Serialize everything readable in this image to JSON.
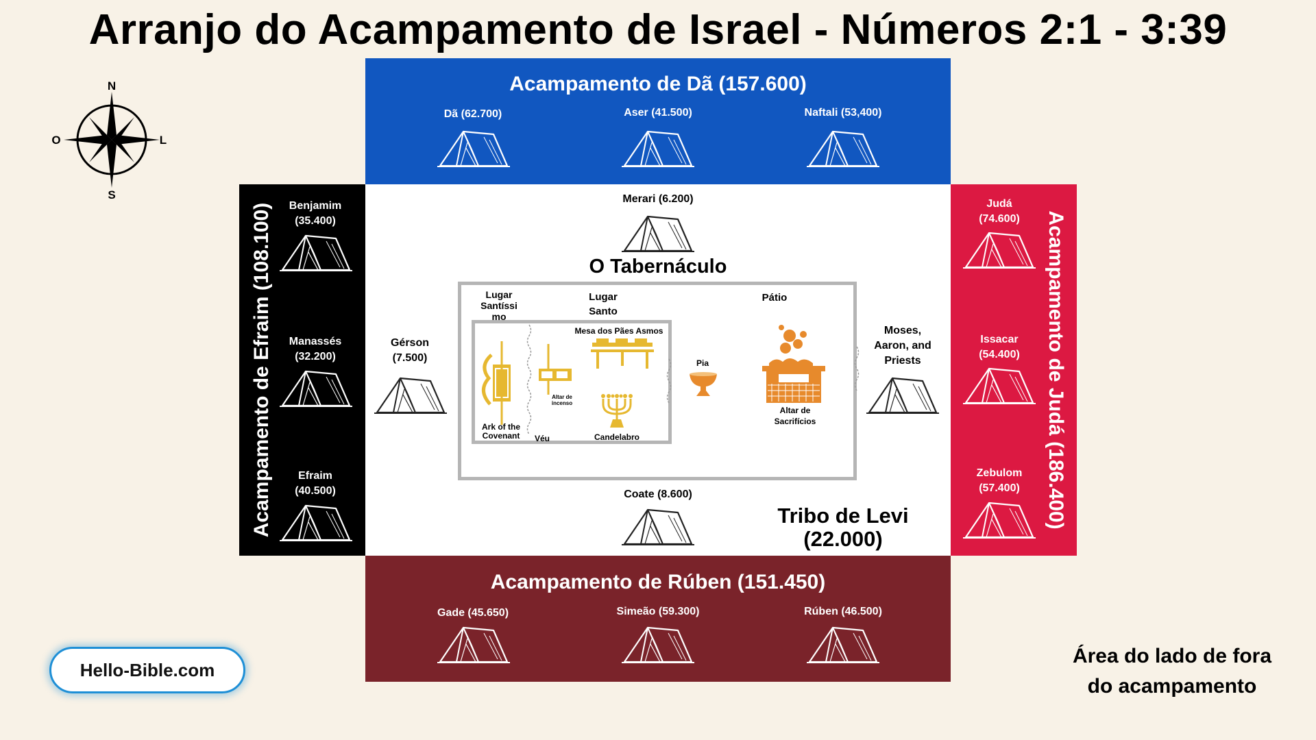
{
  "title": "Arranjo do Acampamento de Israel - Números 2:1 - 3:39",
  "compass": {
    "n": "N",
    "s": "S",
    "w": "O",
    "e": "L"
  },
  "colors": {
    "north": "#1157c0",
    "south": "#7a232a",
    "west": "#000000",
    "east": "#dc1942",
    "gold": "#e6b830",
    "tabernacle_border": "#b5b5b5"
  },
  "camps": {
    "north": {
      "title": "Acampamento de Dã (157.600)",
      "tribes": [
        "Dã (62.700)",
        "Aser (41.500)",
        "Naftali (53,400)"
      ]
    },
    "south": {
      "title": "Acampamento de  Rúben (151.450)",
      "tribes": [
        "Gade (45.650)",
        "Simeão (59.300)",
        "Rúben (46.500)"
      ]
    },
    "west": {
      "title": "Acampamento de Efraim (108.100)",
      "tribes": [
        "Benjamim\n(35.400)",
        "Manassés\n(32.200)",
        "Efraim\n(40.500)"
      ]
    },
    "east": {
      "title": "Acampamento de  Judá (186.400)",
      "tribes": [
        "Judá\n(74.600)",
        "Issacar\n(54.400)",
        "Zebulom\n(57.400)"
      ]
    }
  },
  "levites": {
    "merari": "Merari (6.200)",
    "gerson": "Gérson\n(7.500)",
    "coate": "Coate (8.600)",
    "moses": "Moses,\nAaron, and\nPriests",
    "tribe": "Tribo de Levi\n(22.000)"
  },
  "tabernacle": {
    "title": "O Tabernáculo",
    "holiest": "Lugar\nSantíssi\nmo",
    "holy": "Lugar\nSanto",
    "courtyard": "Pátio",
    "table": "Mesa dos Pães Asmos",
    "incense": "Altar de\nincenso",
    "ark": "Ark of the\nCovenant",
    "veil": "Véu",
    "lampstand": "Candelabro",
    "laver": "Pia",
    "altar": "Altar de\nSacrifícios"
  },
  "footer": {
    "site": "Hello-Bible.com",
    "outside": "Área do lado de fora\ndo acampamento"
  }
}
